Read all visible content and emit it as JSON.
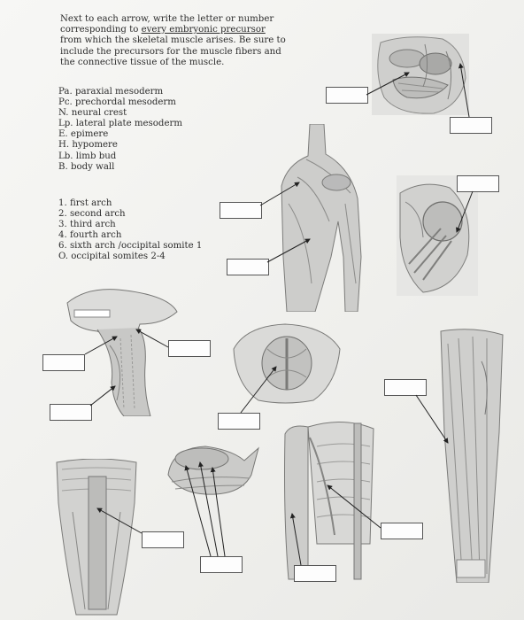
{
  "instructions": {
    "line1": "Next to each arrow, write the letter or number",
    "line2a": "corresponding to ",
    "line2b": "every embryonic precursor",
    "line3": "from which the skeletal muscle arises. Be sure to",
    "line4": "include the precursors for the muscle fibers and",
    "line5": "the connective tissue of the muscle."
  },
  "precursors": [
    "Pa. paraxial mesoderm",
    "Pc. prechordal mesoderm",
    "N. neural crest",
    "Lp. lateral plate mesoderm",
    "E. epimere",
    "H. hypomere",
    "Lb. limb bud",
    "B. body wall"
  ],
  "arches": [
    "1. first arch",
    "2. second arch",
    "3. third arch",
    "4. fourth arch",
    "6. sixth arch /occipital somite 1",
    "O. occipital somites 2-4"
  ],
  "figures": [
    "facial-muscles",
    "shoulder-back-muscles",
    "eye-extraocular-muscles",
    "skull-neck-muscles",
    "pelvic-floor-muscles",
    "thigh-muscles",
    "tongue-muscles",
    "chest-arm-muscles",
    "abdominal-wall-muscles"
  ]
}
